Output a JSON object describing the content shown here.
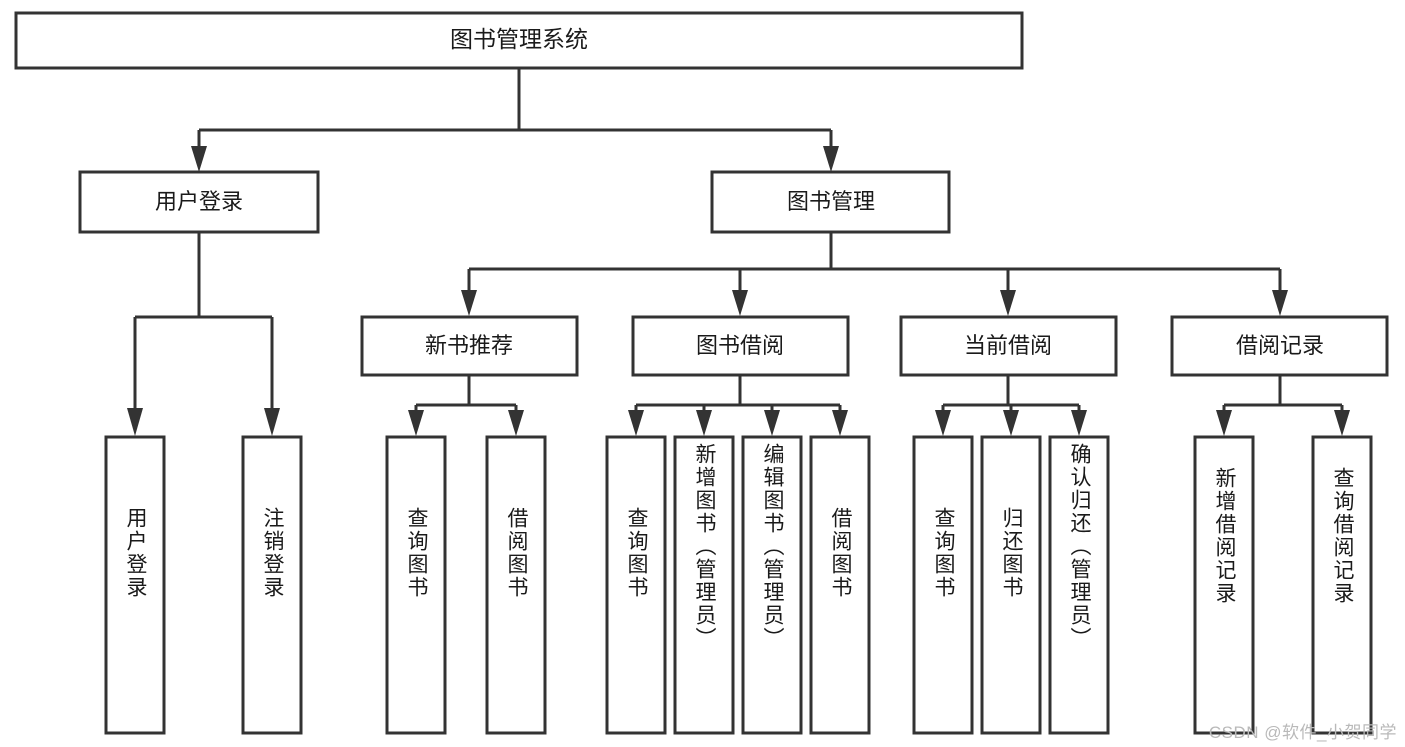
{
  "diagram": {
    "type": "tree-hierarchy",
    "title_node": {
      "label": "图书管理系统"
    },
    "level2": [
      {
        "label": "用户登录"
      },
      {
        "label": "图书管理"
      }
    ],
    "level3": [
      {
        "label": "新书推荐"
      },
      {
        "label": "图书借阅"
      },
      {
        "label": "当前借阅"
      },
      {
        "label": "借阅记录"
      }
    ],
    "leaves": {
      "user_login": [
        {
          "label": "用户登录"
        },
        {
          "label": "注销登录"
        }
      ],
      "new_book_recommend": [
        {
          "label": "查询图书"
        },
        {
          "label": "借阅图书"
        }
      ],
      "book_borrow": [
        {
          "label": "查询图书"
        },
        {
          "label": "新增图书（管理员）"
        },
        {
          "label": "编辑图书（管理员）"
        },
        {
          "label": "借阅图书"
        }
      ],
      "current_borrow": [
        {
          "label": "查询图书"
        },
        {
          "label": "归还图书"
        },
        {
          "label": "确认归还（管理员）"
        }
      ],
      "borrow_record": [
        {
          "label": "新增借阅记录"
        },
        {
          "label": "查询借阅记录"
        }
      ]
    }
  },
  "watermark": {
    "text": "CSDN @软件_小贺同学"
  },
  "colors": {
    "stroke": "#333333",
    "box_fill": "#ffffff",
    "text": "#1a1a1a",
    "watermark": "#b9b9b9",
    "background": "#ffffff"
  }
}
